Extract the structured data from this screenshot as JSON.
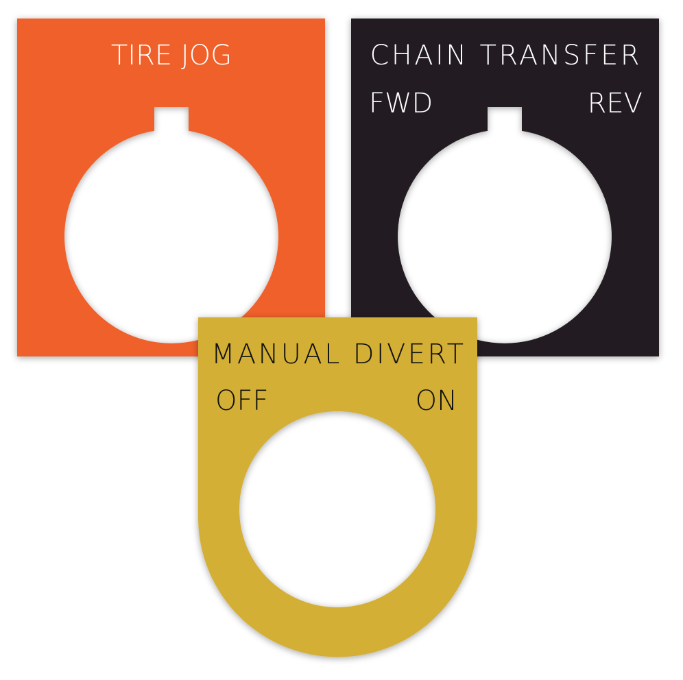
{
  "plates": [
    {
      "title": "TIRE JOG",
      "left": "",
      "right": "",
      "color": "#F0612B",
      "text_color": "#FFFFFF"
    },
    {
      "title": "CHAIN TRANSFER",
      "left": "FWD",
      "right": "REV",
      "color": "#231F20",
      "text_color": "#FFFFFF"
    },
    {
      "title": "MANUAL DIVERT",
      "left": "OFF",
      "right": "ON",
      "color": "#D4AF36",
      "text_color": "#111111"
    }
  ]
}
